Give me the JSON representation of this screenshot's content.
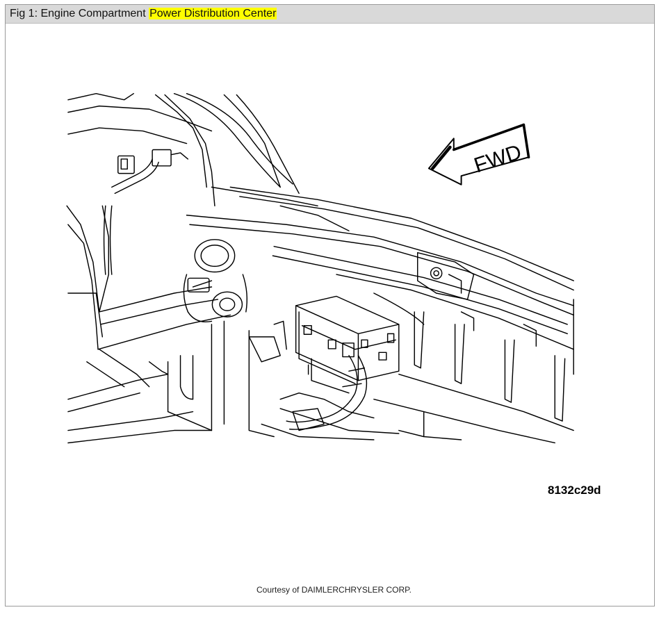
{
  "figure": {
    "title_prefix": "Fig 1: Engine Compartment ",
    "title_highlight": "Power Distribution Center",
    "direction_label": "FWD",
    "code": "8132c29d",
    "courtesy": "Courtesy of DAIMLERCHRYSLER CORP."
  },
  "colors": {
    "highlight": "#ffff00",
    "title_bar": "#d9d9d9",
    "line_art": "#000000"
  }
}
